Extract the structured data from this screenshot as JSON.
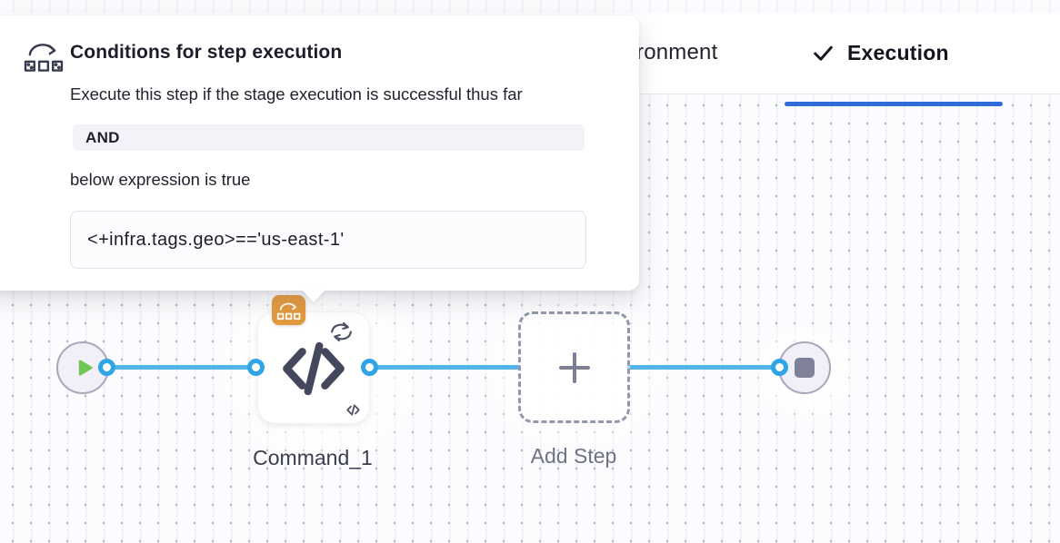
{
  "tabs": {
    "partial_tab_label": "ronment",
    "active_tab_label": "Execution",
    "underline_color": "#2f6cd9"
  },
  "popover": {
    "title": "Conditions for step execution",
    "description": "Execute this step if the stage execution is successful thus far",
    "operator_label": "AND",
    "expression_intro": "below expression is true",
    "expression": "<+infra.tags.geo>=='us-east-1'"
  },
  "pipeline": {
    "steps": [
      {
        "label": "Command_1",
        "type": "code-step",
        "badges": [
          "conditional-execution",
          "looping"
        ]
      },
      {
        "label": "Add Step",
        "type": "add-step-placeholder"
      }
    ]
  },
  "colors": {
    "connector_blue": "#53b4ea",
    "ring_blue": "#2fa5e8",
    "badge_orange": "#e2993d",
    "accent_blue": "#2f6cd9",
    "play_green": "#6ec754",
    "slate_icon": "#45485c"
  }
}
